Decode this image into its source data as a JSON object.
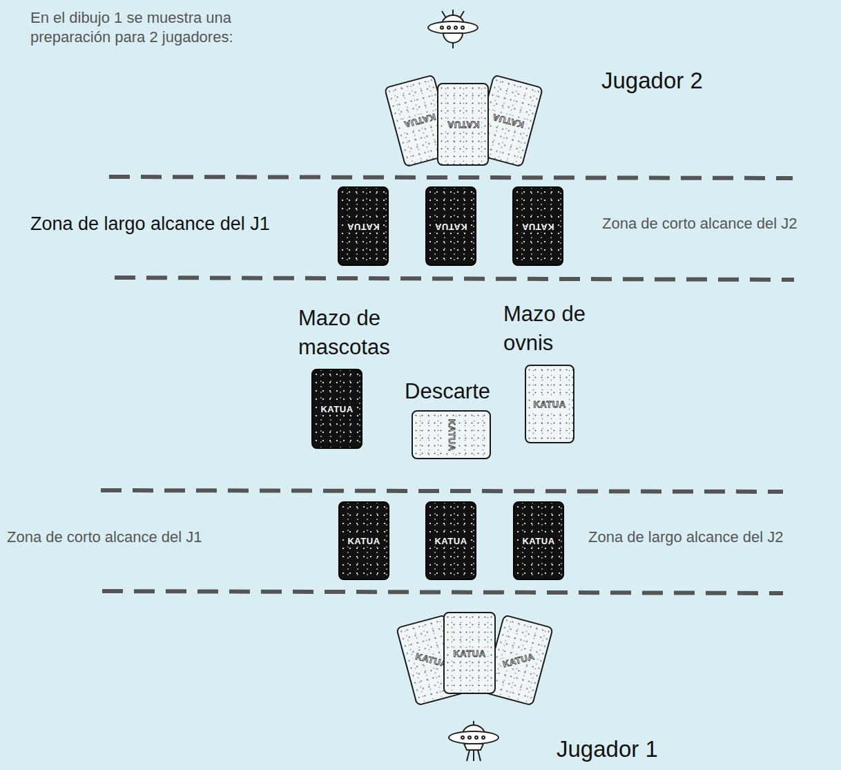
{
  "diagram": {
    "title": "En el dibujo 1 se muestra una preparación para 2 jugadores:",
    "nodes": [
      {
        "text": [
          "KATUA"
        ]
      },
      {
        "text": [
          "KATUA"
        ]
      },
      {
        "text": [
          "KATUA"
        ]
      },
      {
        "text": [
          "KATUA"
        ]
      },
      {
        "text": [
          "KATUA"
        ]
      },
      {
        "text": [
          "KATUA"
        ]
      },
      {
        "text": [
          "Mazo de mascotas",
          "KATUA"
        ]
      },
      {
        "text": [
          "Descarte",
          "KATUA"
        ]
      },
      {
        "text": [
          "Mazo de ovnis",
          "KATUA"
        ]
      },
      {
        "text": [
          "KATUA"
        ]
      },
      {
        "text": [
          "KATUA"
        ]
      },
      {
        "text": [
          "KATUA"
        ]
      },
      {
        "text": [
          "KATUA"
        ]
      },
      {
        "text": [
          "KATUA"
        ]
      },
      {
        "text": [
          "KATUA"
        ]
      }
    ],
    "labels": [
      "Jugador 2",
      "Zona de largo alcance del J1",
      "Zona de corto alcance del J2",
      "Zona de corto alcance del J1",
      "Zona de largo alcance del J2",
      "Jugador 1"
    ]
  }
}
